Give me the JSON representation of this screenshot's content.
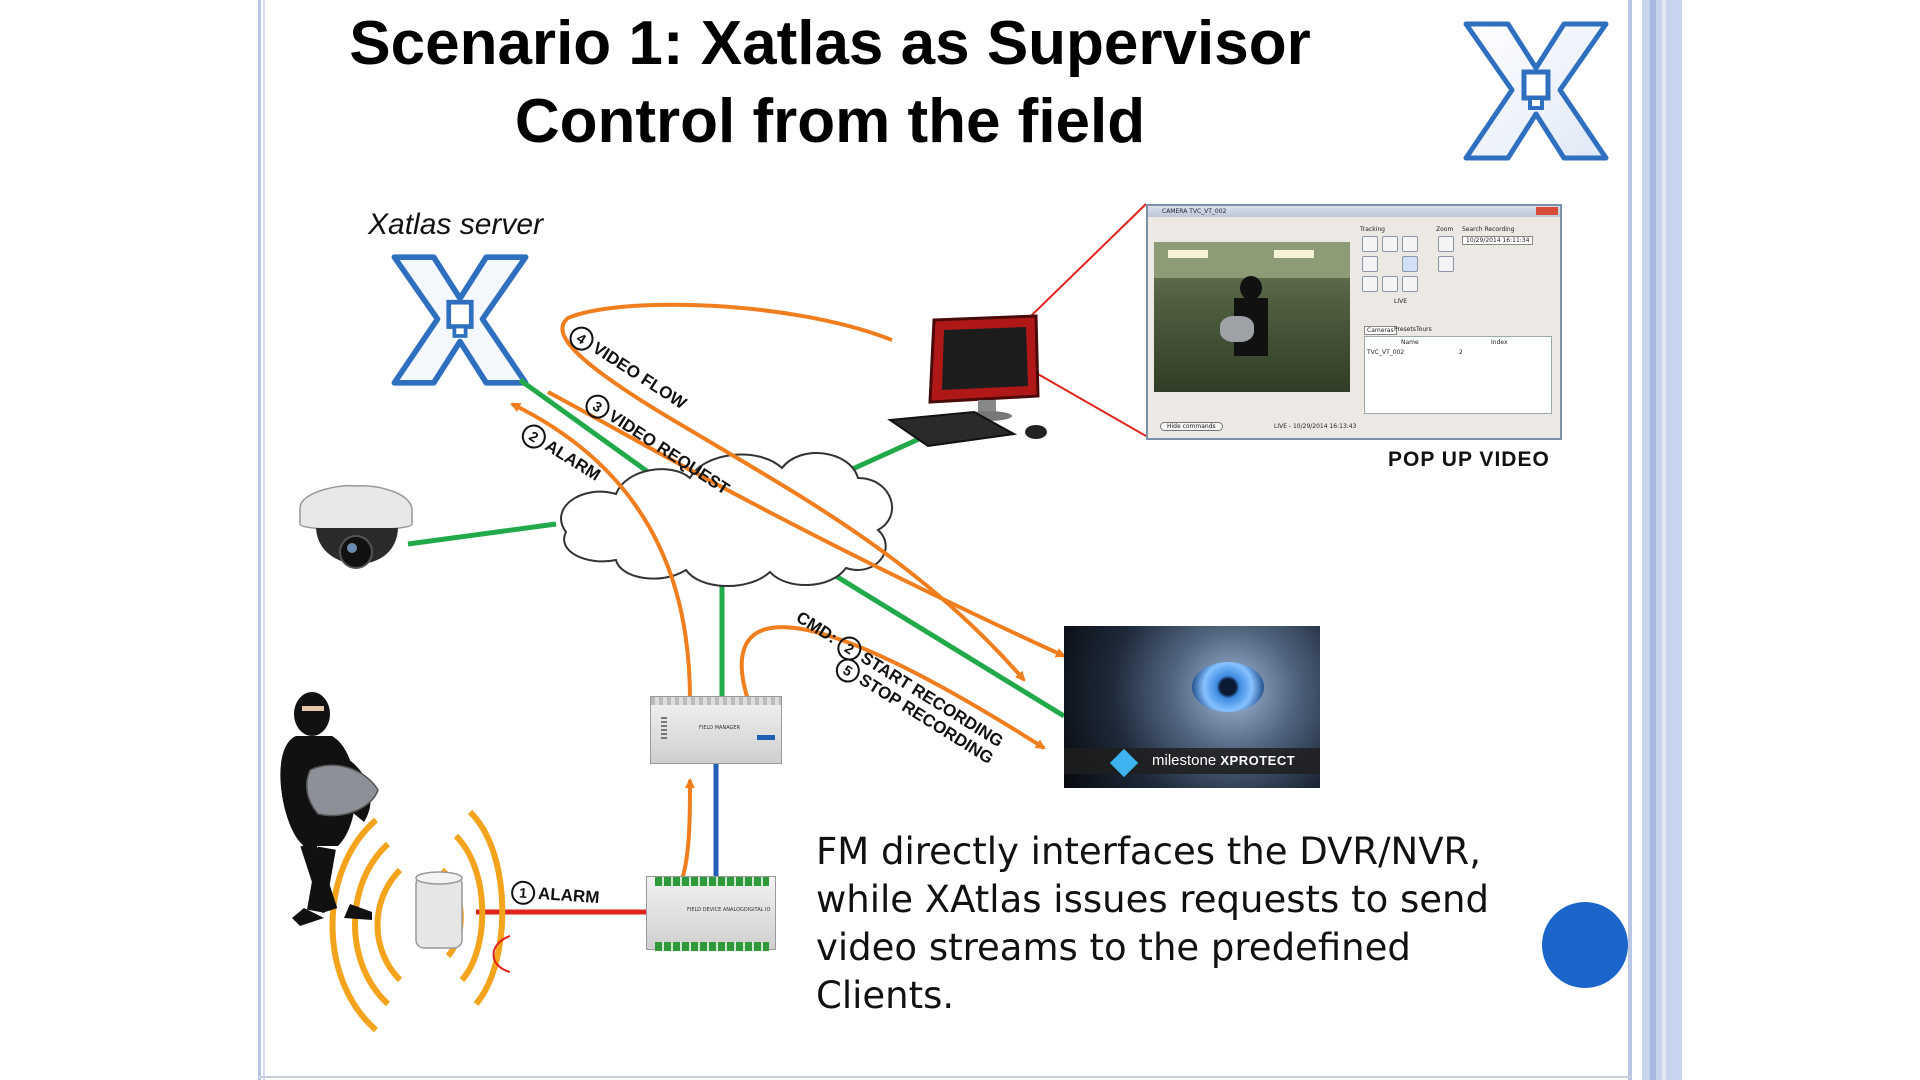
{
  "slide": {
    "title_line1": "Scenario 1: Xatlas as Supervisor",
    "title_line2": "Control from the field"
  },
  "diagram": {
    "server_label": "Xatlas server",
    "popup_caption": "POP UP VIDEO",
    "labels": {
      "video_flow_num": "4",
      "video_flow": "VIDEO FLOW",
      "video_request_num": "3",
      "video_request": "VIDEO REQUEST",
      "alarm_top_num": "2",
      "alarm_top": "ALARM",
      "cmd_prefix": "CMD:",
      "start_num": "2",
      "start_recording": "START RECORDING",
      "stop_num": "5",
      "stop_recording": "STOP RECORDING",
      "alarm_bottom_num": "1",
      "alarm_bottom": "ALARM"
    },
    "colors": {
      "orange": "#f07d1e",
      "green": "#22aa4a",
      "blue": "#1f5fb4",
      "red": "#e0241b",
      "xlogo": "#2f6fc0"
    },
    "milestone": {
      "brand": "milestone",
      "product": "XPROTECT"
    },
    "devices": {
      "field_manager": "FIELD MANAGER",
      "field_device": "FIELD DEVICE ANALOGDIGITAL IO"
    },
    "popup_window": {
      "title": "CAMERA TVC_VT_002",
      "tracking": "Tracking",
      "zoom": "Zoom",
      "search": "Search Recording",
      "date": "10/29/2014 16:11:34",
      "live": "LIVE",
      "tabs": [
        "Cameras",
        "Presets",
        "Tours"
      ],
      "col_name": "Name",
      "col_index": "Index",
      "row_name": "TVC_VT_002",
      "row_index": "2",
      "hide_btn": "Hide commands",
      "timestamp": "LIVE - 10/29/2014 16:13:43"
    }
  },
  "body_text": {
    "line1": "FM directly interfaces the DVR/NVR,",
    "line2": "while XAtlas issues requests to send",
    "line3": "video streams to the predefined",
    "line4": "Clients."
  }
}
